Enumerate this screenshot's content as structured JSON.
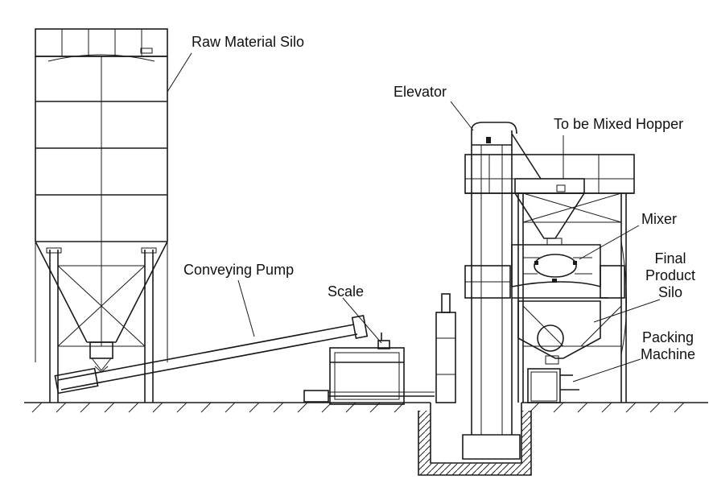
{
  "labels": {
    "raw_material_silo": "Raw Material Silo",
    "conveying_pump": "Conveying Pump",
    "scale": "Scale",
    "elevator": "Elevator",
    "to_be_mixed_hopper": "To be Mixed Hopper",
    "mixer": "Mixer",
    "final_product_silo": "Final\nProduct\nSilo",
    "packing_machine": "Packing\nMachine"
  }
}
